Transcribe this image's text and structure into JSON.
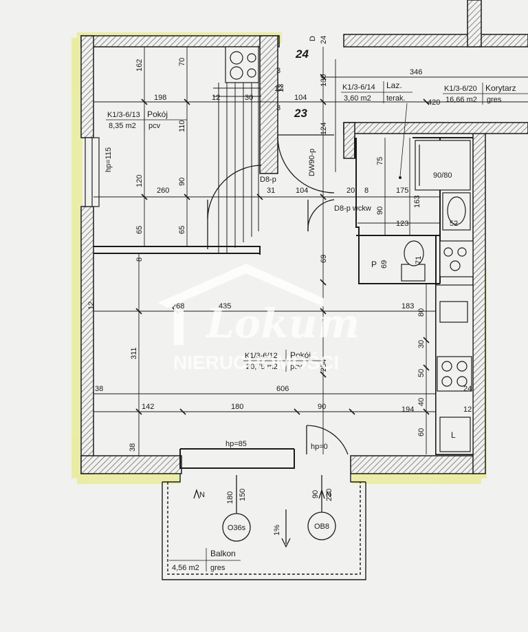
{
  "colors": {
    "paper": "#f1f1ef",
    "line": "#1a1a1a",
    "wall_hatch": "#7f7f7f",
    "highlight": "#e9ec9a",
    "watermark": "#ffffff"
  },
  "watermark": {
    "word": "Lokum",
    "subtitle": "NIERUCHOMOŚCI"
  },
  "stairs": {
    "upper": "24",
    "lower": "23",
    "d_label": "D",
    "twenty_four": "24",
    "three_a": "3",
    "three_b": "3",
    "thirteen": "13",
    "twelve": "12"
  },
  "rooms": {
    "pokoj_small": {
      "code": "K1/3-6/13",
      "name": "Pokój",
      "area": "8,35 m2",
      "floor": "pcv"
    },
    "pokoj_main": {
      "code": "K1/3-6/12",
      "name": "Pokój",
      "area": "20,75 m2",
      "floor": "pcv"
    },
    "lazienka": {
      "code": "K1/3-6/14",
      "name": "Laz.",
      "area": "3,60 m2",
      "floor": "terak."
    },
    "korytarz": {
      "code": "K1/3-6/20",
      "name": "Korytarz",
      "area": "16,66 m2",
      "floor": "gres"
    },
    "balkon": {
      "name": "Balkon",
      "area": "4,56 m2",
      "floor": "gres"
    }
  },
  "doors": {
    "dw": "DW90-p",
    "d8p": "D8-p",
    "d8p_wckw": "D8-p wckw",
    "shower": "90/80",
    "window_hp": "hp=115",
    "balcony_hp": "hp=85",
    "balcony_door_hp": "hp=0",
    "kitchen_l": "L",
    "wc_p": "P"
  },
  "symbols": {
    "o36": "O36s",
    "ob8": "OB8",
    "slope": "1%",
    "north": "N"
  },
  "dims": {
    "d162": "162",
    "d70": "70",
    "d198": "198",
    "d12a": "12",
    "d30": "30",
    "d110": "110",
    "d120": "120",
    "d90a": "90",
    "d260": "260",
    "d65a": "65",
    "d65b": "65",
    "d8a": "8",
    "d346": "346",
    "d130": "130",
    "d104a": "104",
    "d420": "420",
    "d124": "124",
    "d104b": "104",
    "d31": "31",
    "d75": "75",
    "d175": "175",
    "d20": "20",
    "d8b": "8",
    "d90b": "90",
    "d163": "163",
    "d123": "123",
    "d52": "52",
    "d69a": "69",
    "d69b": "69",
    "d71": "71",
    "d268": "268",
    "d435": "435",
    "d183": "183",
    "d80": "80",
    "d311": "311",
    "d254": "254",
    "d30b": "30",
    "d50": "50",
    "d24": "24",
    "d606": "606",
    "d38a": "38",
    "d40": "40",
    "d142": "142",
    "d180": "180",
    "d90c": "90",
    "d194": "194",
    "d12b": "12",
    "d60": "60",
    "d38b": "38",
    "d12c": "12",
    "d180b": "180",
    "d150": "150",
    "d90d": "90",
    "d230": "230"
  }
}
